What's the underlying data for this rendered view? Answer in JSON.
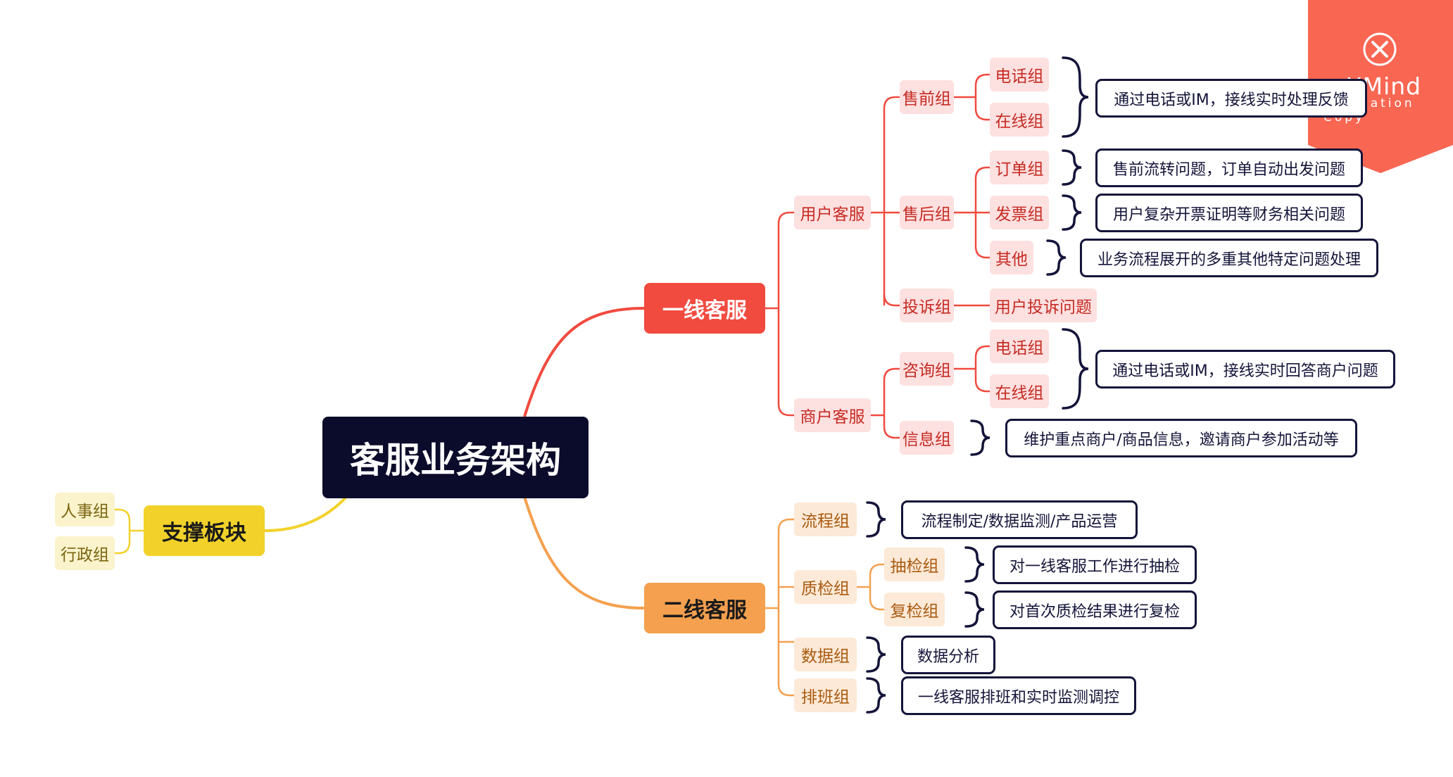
{
  "root": {
    "label": "客服业务架构"
  },
  "first_line": {
    "label": "一线客服",
    "user_service": {
      "label": "用户客服",
      "pre_sale": {
        "label": "售前组",
        "phone": "电话组",
        "online": "在线组",
        "note": "通过电话或IM，接线实时处理反馈"
      },
      "after_sale": {
        "label": "售后组",
        "order": "订单组",
        "order_note": "售前流转问题，订单自动出发问题",
        "invoice": "发票组",
        "invoice_note": "用户复杂开票证明等财务相关问题",
        "other": "其他",
        "other_note": "业务流程展开的多重其他特定问题处理"
      },
      "complaint": {
        "label": "投诉组",
        "note": "用户投诉问题"
      }
    },
    "merchant_service": {
      "label": "商户客服",
      "consult": {
        "label": "咨询组",
        "phone": "电话组",
        "online": "在线组",
        "note": "通过电话或IM，接线实时回答商户问题"
      },
      "info": {
        "label": "信息组",
        "note": "维护重点商户/商品信息，邀请商户参加活动等"
      }
    }
  },
  "second_line": {
    "label": "二线客服",
    "process": {
      "label": "流程组",
      "note": "流程制定/数据监测/产品运营"
    },
    "qc": {
      "label": "质检组",
      "sampling": "抽检组",
      "sampling_note": "对一线客服工作进行抽检",
      "recheck": "复检组",
      "recheck_note": "对首次质检结果进行复检"
    },
    "data": {
      "label": "数据组",
      "note": "数据分析"
    },
    "scheduling": {
      "label": "排班组",
      "note": "一线客服排班和实时监测调控"
    }
  },
  "support": {
    "label": "支撑板块",
    "hr": "人事组",
    "admin": "行政组"
  },
  "watermark": {
    "brand": "XMind",
    "sub": "Evaluation Copy"
  },
  "colors": {
    "root": "#0b0b2b",
    "first_line": "#f14a3f",
    "second_line": "#f4a04f",
    "support": "#f2d22a",
    "bracket": "#14143a"
  }
}
